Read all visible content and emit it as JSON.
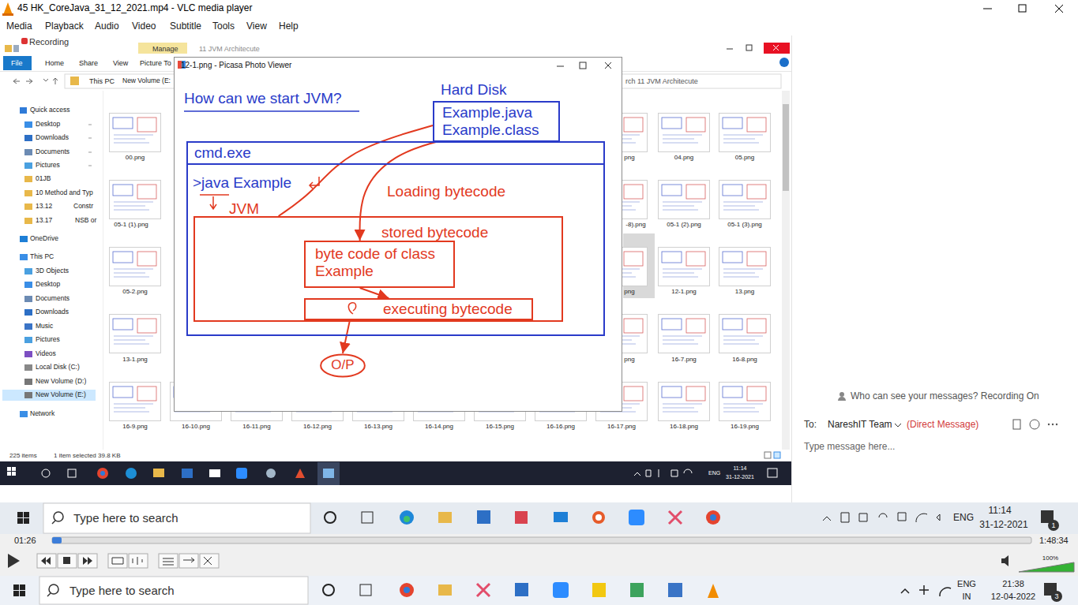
{
  "diagram": {
    "title": "How can we start JVM?",
    "nodes": [
      {
        "text": [
          "12-1.png - Picasa Photo Viewer"
        ]
      },
      {
        "text": [
          "Hard Disk",
          "Example.java",
          "Example.class"
        ],
        "in": 0
      },
      {
        "text": [
          "cmd.exe",
          ">java Example"
        ],
        "in": 0
      },
      {
        "text": [
          "JVM",
          "stored bytecode"
        ],
        "in": 2
      },
      {
        "text": [
          "byte code of class Example"
        ],
        "in": 3
      },
      {
        "text": [
          "executing bytecode"
        ],
        "in": 3
      },
      {
        "text": [
          "O/P"
        ],
        "in": 0
      }
    ],
    "edges": [
      {
        "from": 1,
        "to": 4,
        "arrow": "to",
        "label": "Loading bytecode"
      },
      {
        "from": 3,
        "to": 1,
        "arrow": "none"
      },
      {
        "from": 4,
        "to": 5,
        "arrow": "to"
      },
      {
        "from": 5,
        "to": 6,
        "arrow": "to"
      }
    ],
    "labels": [
      "45 HK_CoreJava_31_12_2021.mp4 - VLC media player",
      "Media",
      "Playback",
      "Audio",
      "Video",
      "Subtitle",
      "Tools",
      "View",
      "Help",
      "Recording",
      "Manage",
      "11 JVM Architecute",
      "File",
      "Home",
      "Share",
      "View",
      "Picture To",
      "This PC",
      "New Volume (E:",
      "rch 11 JVM Architecute",
      "Quick access",
      "Desktop",
      "Downloads",
      "Documents",
      "Pictures",
      "01JB",
      "10 Method and Typ",
      "13.12",
      "Constr",
      "13.17",
      "NSB or",
      "OneDrive",
      "This PC",
      "3D Objects",
      "Desktop",
      "Documents",
      "Downloads",
      "Music",
      "Pictures",
      "Videos",
      "Local Disk (C:)",
      "New Volume (D:)",
      "New Volume (E:)",
      "Network",
      "00.png",
      "png",
      "04.png",
      "05.png",
      "05-1 (1).png",
      "-8).png",
      "05-1 (2).png",
      "05-1 (3).png",
      "05-2.png",
      "png",
      "12-1.png",
      "13.png",
      "13-1.png",
      "png",
      "16-7.png",
      "16-8.png",
      "16-9.png",
      "16-10.png",
      "16-11.png",
      "16-12.png",
      "16-13.png",
      "16-14.png",
      "16-15.png",
      "16-16.png",
      "16-17.png",
      "16-18.png",
      "16-19.png",
      "225 items",
      "1 item selected 39.8 KB",
      "ENG",
      "11:14",
      "31-12-2021",
      "Who can see your messages? Recording On",
      "To:",
      "NareshIT Team",
      "(Direct Message)",
      "Type message here...",
      "Type here to search",
      "ENG",
      "11:14",
      "31-12-2021",
      "1",
      "01:26",
      "1:48:34",
      "100%",
      "Type here to search",
      "ENG",
      "IN",
      "21:38",
      "12-04-2022",
      "3"
    ]
  }
}
